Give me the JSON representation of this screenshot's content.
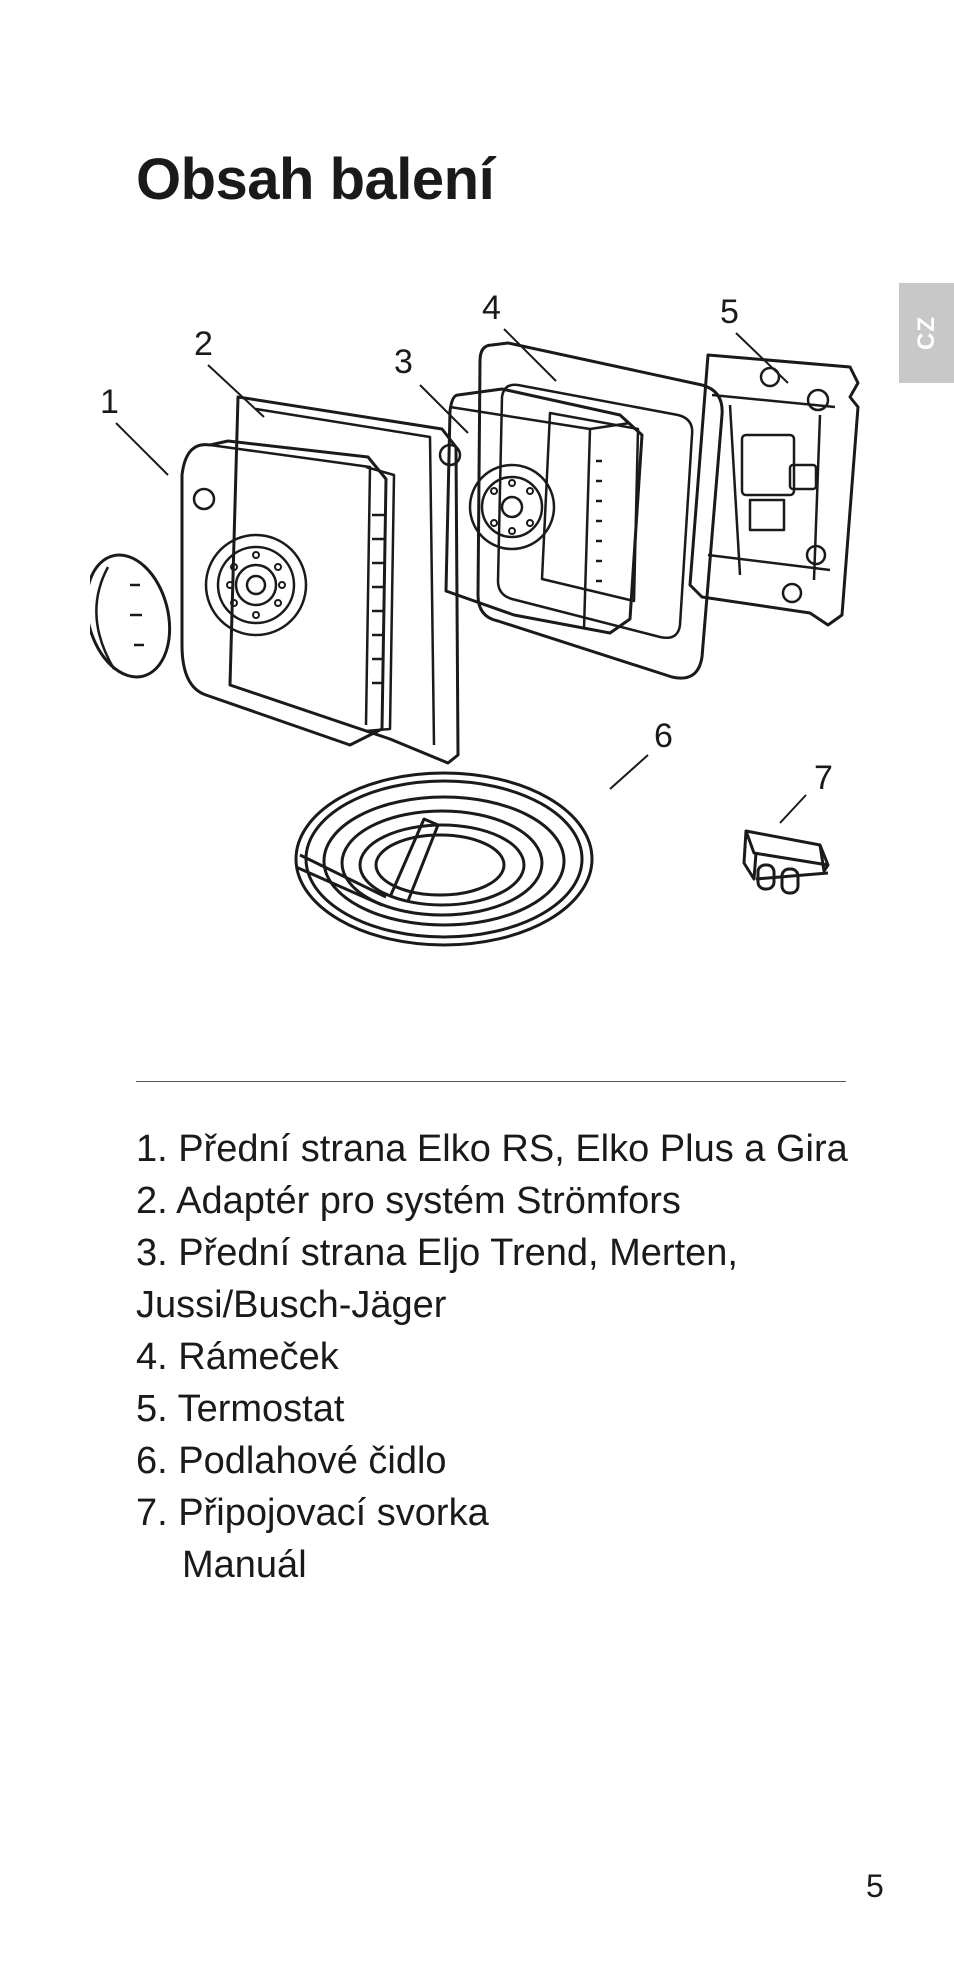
{
  "page": {
    "title": "Obsah balení",
    "language_tab": "CZ",
    "page_number": "5"
  },
  "figure": {
    "callouts": [
      "1",
      "2",
      "3",
      "4",
      "5",
      "6",
      "7"
    ]
  },
  "contents": [
    "1. Přední strana Elko RS, Elko Plus a Gira",
    "2. Adaptér pro systém Strömfors",
    "3. Přední strana Eljo Trend, Merten,",
    "Jussi/Busch-Jäger",
    "4. Rámeček",
    "5. Termostat",
    "6. Podlahové čidlo",
    "7. Připojovací svorka",
    "Manuál"
  ]
}
